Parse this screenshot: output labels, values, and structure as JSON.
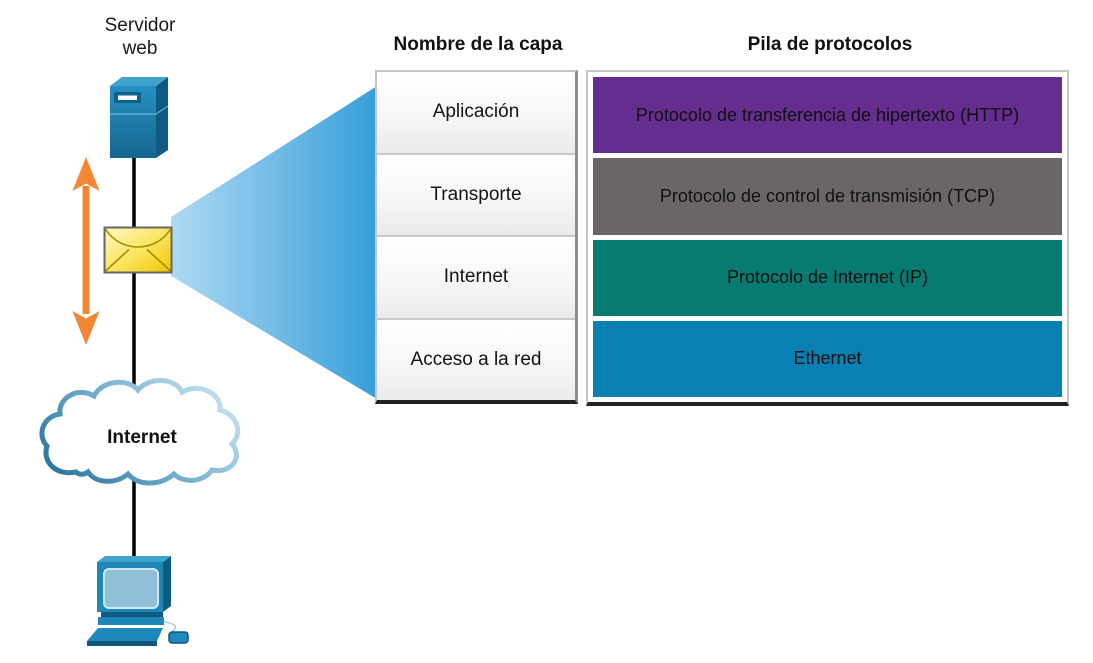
{
  "labels": {
    "server": "Servidor web",
    "cloud": "Internet"
  },
  "table": {
    "header_layer": "Nombre de la capa",
    "header_stack": "Pila de protocolos",
    "rows": [
      {
        "layer": "Aplicación",
        "protocol": "Protocolo de transferencia de hipertexto (HTTP)",
        "color": "#662d91"
      },
      {
        "layer": "Transporte",
        "protocol": "Protocolo de control de transmisión (TCP)",
        "color": "#6a6665"
      },
      {
        "layer": "Internet",
        "protocol": "Protocolo de Internet (IP)",
        "color": "#077a72"
      },
      {
        "layer": "Acceso a la red",
        "protocol": "Ethernet",
        "color": "#0880b4"
      }
    ]
  },
  "icons": {
    "server": "web-server-icon",
    "envelope": "envelope-icon",
    "cloud": "internet-cloud-icon",
    "computer": "pc-icon",
    "arrow": "bidirectional-arrow-icon",
    "cone": "zoom-cone-shape"
  },
  "colors": {
    "cone_gradient_start": "#aed9f3",
    "cone_gradient_end": "#379fd9",
    "arrow_orange": "#f58634",
    "envelope_yellow_light": "#fff9c8",
    "envelope_yellow_dark": "#f2c500",
    "device_blue": "#2089bb",
    "link_line": "#000000"
  }
}
